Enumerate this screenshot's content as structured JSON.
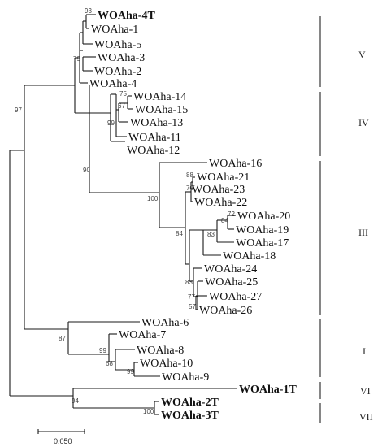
{
  "leaves": [
    {
      "id": "WOAha-4T",
      "bold": true
    },
    {
      "id": "WOAha-1",
      "bold": false
    },
    {
      "id": "WOAha-5",
      "bold": false
    },
    {
      "id": "WOAha-3",
      "bold": false
    },
    {
      "id": "WOAha-2",
      "bold": false
    },
    {
      "id": "WOAha-4",
      "bold": false
    },
    {
      "id": "WOAha-14",
      "bold": false
    },
    {
      "id": "WOAha-15",
      "bold": false
    },
    {
      "id": "WOAha-13",
      "bold": false
    },
    {
      "id": "WOAha-11",
      "bold": false
    },
    {
      "id": "WOAha-12",
      "bold": false
    },
    {
      "id": "WOAha-16",
      "bold": false
    },
    {
      "id": "WOAha-21",
      "bold": false
    },
    {
      "id": "WOAha-23",
      "bold": false
    },
    {
      "id": "WOAha-22",
      "bold": false
    },
    {
      "id": "WOAha-20",
      "bold": false
    },
    {
      "id": "WOAha-19",
      "bold": false
    },
    {
      "id": "WOAha-17",
      "bold": false
    },
    {
      "id": "WOAha-18",
      "bold": false
    },
    {
      "id": "WOAha-24",
      "bold": false
    },
    {
      "id": "WOAha-25",
      "bold": false
    },
    {
      "id": "WOAha-27",
      "bold": false
    },
    {
      "id": "WOAha-26",
      "bold": false
    },
    {
      "id": "WOAha-6",
      "bold": false
    },
    {
      "id": "WOAha-7",
      "bold": false
    },
    {
      "id": "WOAha-8",
      "bold": false
    },
    {
      "id": "WOAha-10",
      "bold": false
    },
    {
      "id": "WOAha-9",
      "bold": false
    },
    {
      "id": "WOAha-1T",
      "bold": true
    },
    {
      "id": "WOAha-2T",
      "bold": true
    },
    {
      "id": "WOAha-3T",
      "bold": true
    }
  ],
  "bootstrap": [
    "93",
    "79",
    "97",
    "75",
    "67",
    "99",
    "90",
    "88",
    "70",
    "100",
    "72",
    "84",
    "83",
    "84",
    "83",
    "77",
    "57",
    "87",
    "99",
    "68",
    "99",
    "94",
    "100"
  ],
  "clades": [
    "V",
    "IV",
    "III",
    "I",
    "VI",
    "VII"
  ],
  "scale_bar": {
    "label": "0.050"
  }
}
